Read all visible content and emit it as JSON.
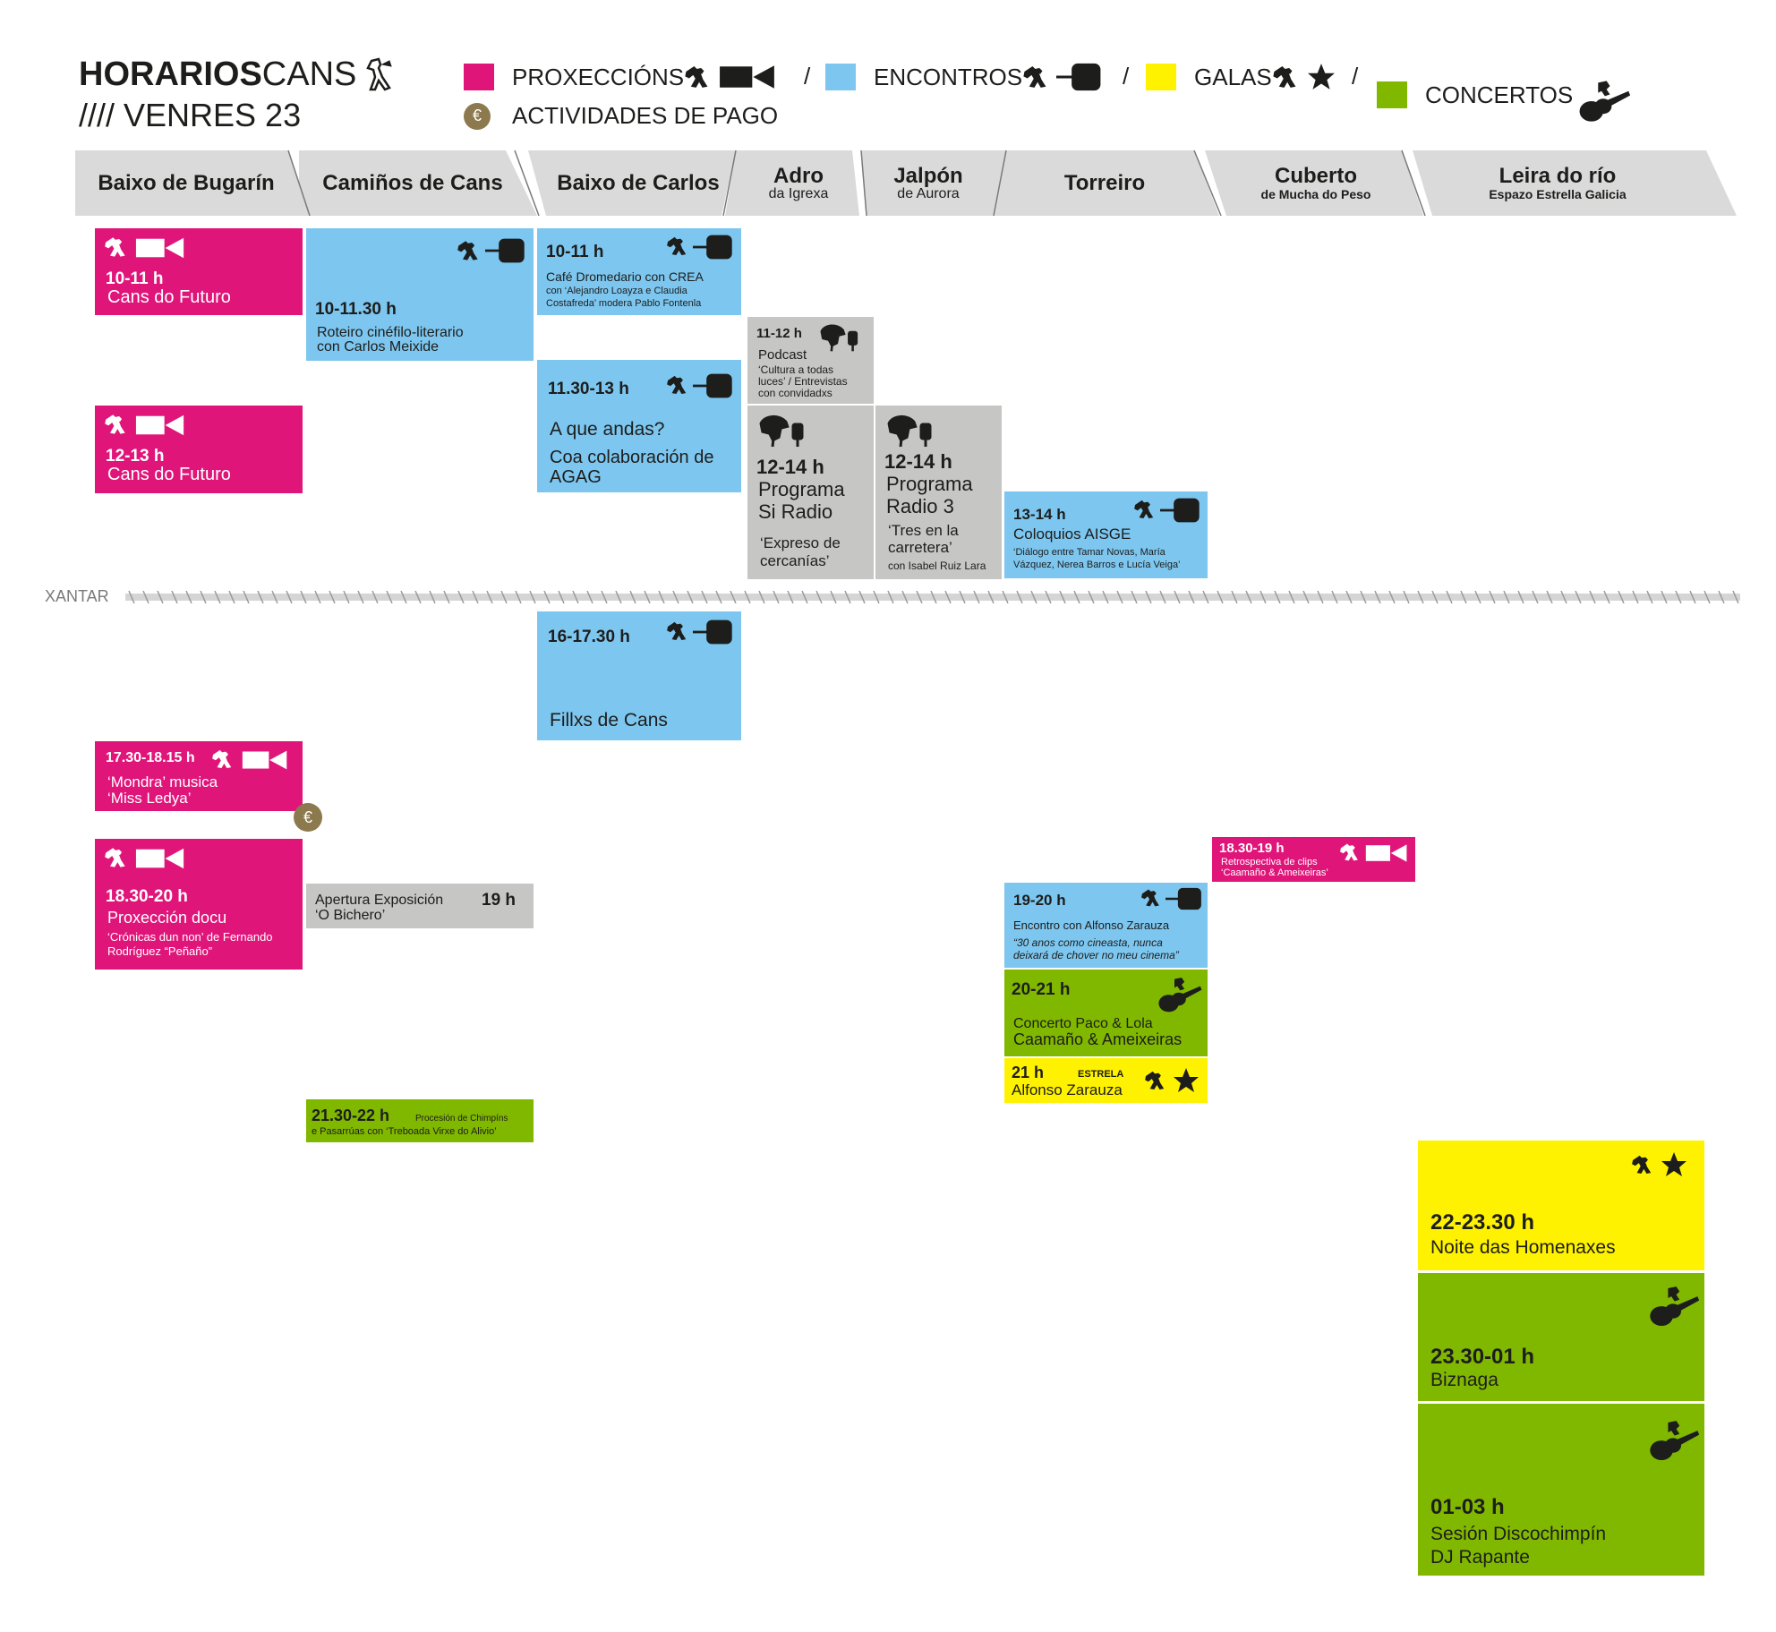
{
  "header": {
    "title_bold": "HORARIOS",
    "title_light": "CANS",
    "subtitle": "//// VENRES 23"
  },
  "legend": {
    "proxeccions": "PROXECCIÓNS",
    "encontros": "ENCONTROS",
    "galas": "GALAS",
    "concertos": "CONCERTOS",
    "pago": "ACTIVIDADES DE PAGO",
    "separator": "/",
    "euro": "€"
  },
  "colors": {
    "proxeccions": "#e0157a",
    "encontros": "#7dc6ef",
    "galas": "#fff200",
    "concertos": "#80b800",
    "radio": "#c6c6c5",
    "pago": "#8c7a4e"
  },
  "venues": [
    {
      "name": "Baixo de Bugarín",
      "sub": ""
    },
    {
      "name": "Camiños de Cans",
      "sub": ""
    },
    {
      "name": "Baixo de Carlos",
      "sub": ""
    },
    {
      "name": "Adro",
      "sub": "da Igrexa"
    },
    {
      "name": "Jalpón",
      "sub": "de Aurora"
    },
    {
      "name": "Torreiro",
      "sub": ""
    },
    {
      "name": "Cuberto",
      "sub": "de Mucha do Peso"
    },
    {
      "name": "Leira do río",
      "sub": "Espazo Estrella Galicia"
    }
  ],
  "xantar": "XANTAR",
  "events": {
    "e1": {
      "time": "10-11 h",
      "l1": "Cans do Futuro"
    },
    "e2": {
      "time": "12-13 h",
      "l1": "Cans do Futuro"
    },
    "e3": {
      "time": "17.30-18.15 h",
      "l1": "‘Mondra’ musica",
      "l2": "‘Miss Ledya’"
    },
    "e4": {
      "time": "18.30-20 h",
      "l1": "Proxección docu",
      "l2": "‘Crónicas dun non’ de Fernando",
      "l3": "Rodríguez “Peñaño”"
    },
    "e5": {
      "time": "10-11.30 h",
      "l1": "Roteiro cinéfilo-literario",
      "l2": "con Carlos Meixide"
    },
    "e6": {
      "time": "19 h",
      "l1": "Apertura Exposición",
      "l2": "‘O Bichero’"
    },
    "e7": {
      "time": "21.30-22 h",
      "l1": "Procesión  de Chimpíns",
      "l2": "e Pasarrúas con ‘Treboada Virxe do Alivio’"
    },
    "e8": {
      "time": "10-11 h",
      "l1": "Café Dromedario con CREA",
      "l2": "con ‘Alejandro Loayza e Claudia",
      "l3": "Costafreda’ modera Pablo Fontenla"
    },
    "e9": {
      "time": "11.30-13 h",
      "l1": "A que andas?",
      "l2": "Coa colaboración de",
      "l3": "AGAG"
    },
    "e10": {
      "time": "16-17.30 h",
      "l1": "Fillxs de Cans"
    },
    "e11": {
      "time": "11-12 h",
      "l1": "Podcast",
      "l2": "‘Cultura a todas",
      "l3": "luces’ / Entrevistas",
      "l4": "con convidadxs"
    },
    "e12": {
      "time": "12-14 h",
      "l1": "Programa",
      "l2": "Si Radio",
      "l3": "‘Expreso de",
      "l4": "cercanías’"
    },
    "e13": {
      "time": "12-14 h",
      "l1": "Programa",
      "l2": "Radio 3",
      "l3": "‘Tres en la",
      "l4": "carretera’",
      "l5": "con Isabel Ruiz Lara"
    },
    "e14": {
      "time": "13-14 h",
      "l1": "Coloquios AISGE",
      "l2": "‘Diálogo entre Tamar Novas, María",
      "l3": "Vázquez, Nerea Barros e Lucía Veiga’"
    },
    "e15": {
      "time": "19-20 h",
      "l1": "Encontro con Alfonso Zarauza",
      "l2": "“30 anos como cineasta, nunca",
      "l3": "deixará de chover no meu cinema”"
    },
    "e16": {
      "time": "20-21 h",
      "l1": "Concerto Paco & Lola",
      "l2": "Caamaño & Ameixeiras"
    },
    "e17": {
      "time": "21 h",
      "tag": "ESTRELA",
      "l1": "Alfonso Zarauza"
    },
    "e18": {
      "time": "18.30-19 h",
      "l1": "Retrospectiva de clips",
      "l2": "‘Caamaño & Ameixeiras’"
    },
    "e19": {
      "time": "22-23.30 h",
      "l1": "Noite das Homenaxes"
    },
    "e20": {
      "time": "23.30-01 h",
      "l1": "Biznaga"
    },
    "e21": {
      "time": "01-03 h",
      "l1": "Sesión Discochimpín",
      "l2": "DJ Rapante"
    }
  }
}
